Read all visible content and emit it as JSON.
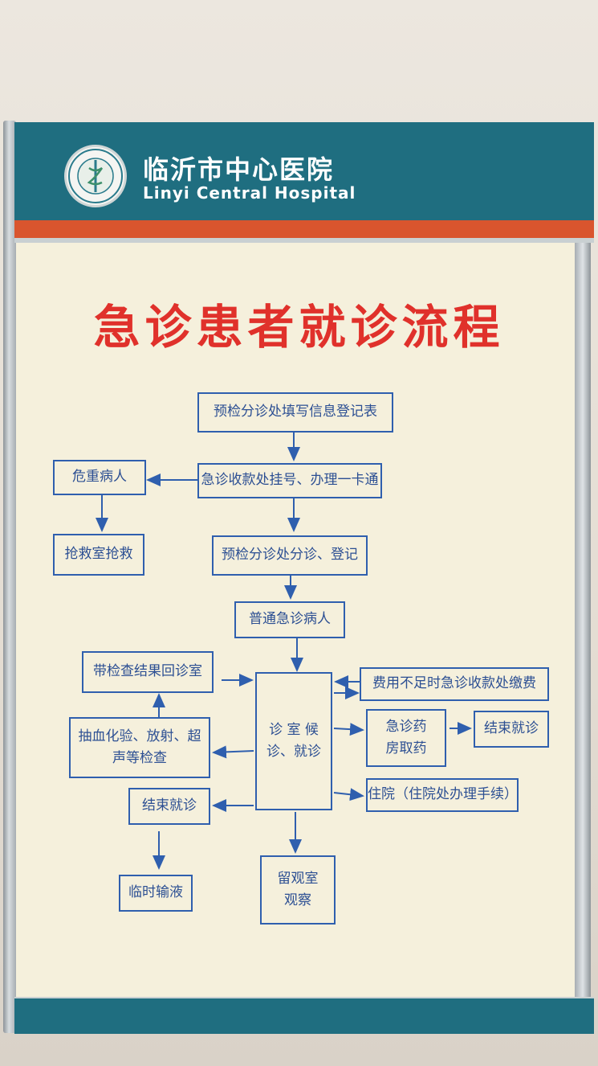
{
  "header": {
    "hospital_name_cn": "临沂市中心医院",
    "hospital_name_en": "Linyi Central Hospital"
  },
  "title": "急诊患者就诊流程",
  "nodes": {
    "triage_form": "预检分诊处填写信息登记表",
    "registration": "急诊收款处挂号、办理一卡通",
    "critical": "危重病人",
    "rescue_room": "抢救室抢救",
    "triage_register": "预检分诊处分诊、登记",
    "general": "普通急诊病人",
    "return_results": "带检查结果回诊室",
    "consult_room": "诊 室 候 诊、就诊",
    "fee_payment": "费用不足时急诊收款处缴费",
    "tests": "抽血化验、放射、超声等检查",
    "pharmacy": "急诊药房取药",
    "end_visit_right": "结束就诊",
    "hospitalization": "住院（住院处办理手续）",
    "end_visit_left": "结束就诊",
    "iv": "临时输液",
    "observation": "留观室观察"
  },
  "colors": {
    "header": "#1f6e80",
    "stripe": "#d9552e",
    "title": "#e0312b",
    "box_line": "#2f5fae",
    "panel": "#f5f0dc"
  }
}
